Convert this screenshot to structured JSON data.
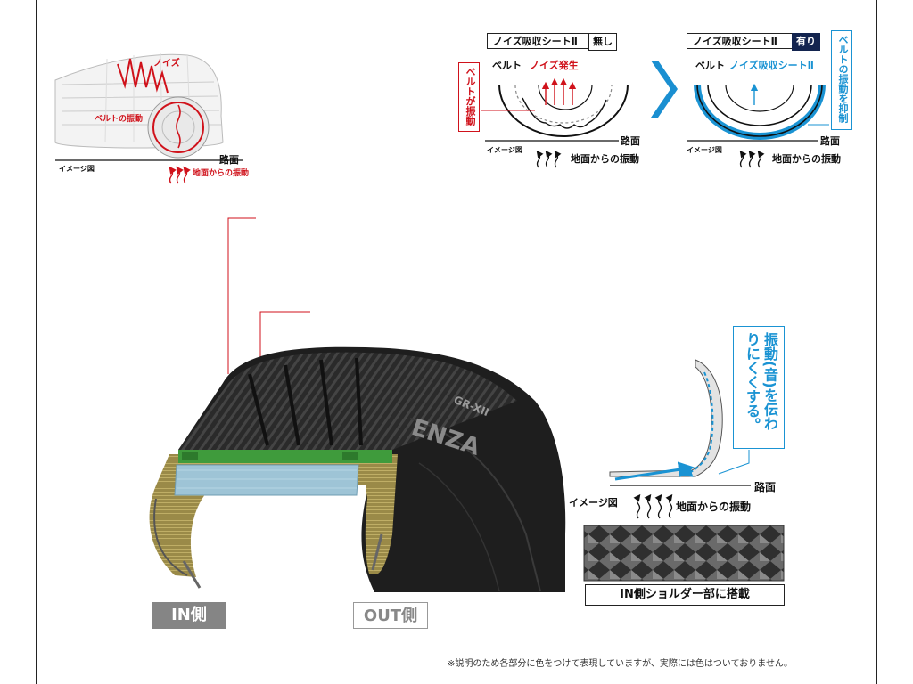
{
  "top_left": {
    "noise": "ノイズ",
    "belt_vibration": "ベルトの振動",
    "road": "路面",
    "image_note": "イメージ図",
    "ground_vibration": "地面からの振動"
  },
  "without_sheet": {
    "title": "ノイズ吸収シートⅡ",
    "tag": "無し",
    "belt": "ベルト",
    "noise_generated": "ノイズ発生",
    "belt_vibrates": "ベルトが振動",
    "road": "路面",
    "image_note": "イメージ図",
    "ground_vibration": "地面からの振動"
  },
  "with_sheet": {
    "title": "ノイズ吸収シートⅡ",
    "tag": "有り",
    "belt": "ベルト",
    "noise_absorbing": "ノイズ吸収シートⅡ",
    "suppress": "ベルトの振動を抑制",
    "road": "路面",
    "image_note": "イメージ図",
    "ground_vibration": "地面からの振動"
  },
  "shoulder": {
    "callout": "振動(音)を伝わりにくくする。",
    "road": "路面",
    "image_note": "イメージ図",
    "ground_vibration": "地面からの振動",
    "caption": "IN側ショルダー部に搭載"
  },
  "tire": {
    "brand_text": "ENZA",
    "model_text": "GR-XII"
  },
  "side_labels": {
    "in_side": "IN側",
    "out_side": "OUT側"
  },
  "footnote": "※説明のため各部分に色をつけて表現していますが、実際には色はついておりません。",
  "colors": {
    "accent_red": "#d0121b",
    "accent_blue": "#1a93d3",
    "belt_green": "#3f9b3c",
    "sheet_blue": "#9ec4d6",
    "carcass_gold": "#9a8a48",
    "tag_navy": "#13244f"
  }
}
